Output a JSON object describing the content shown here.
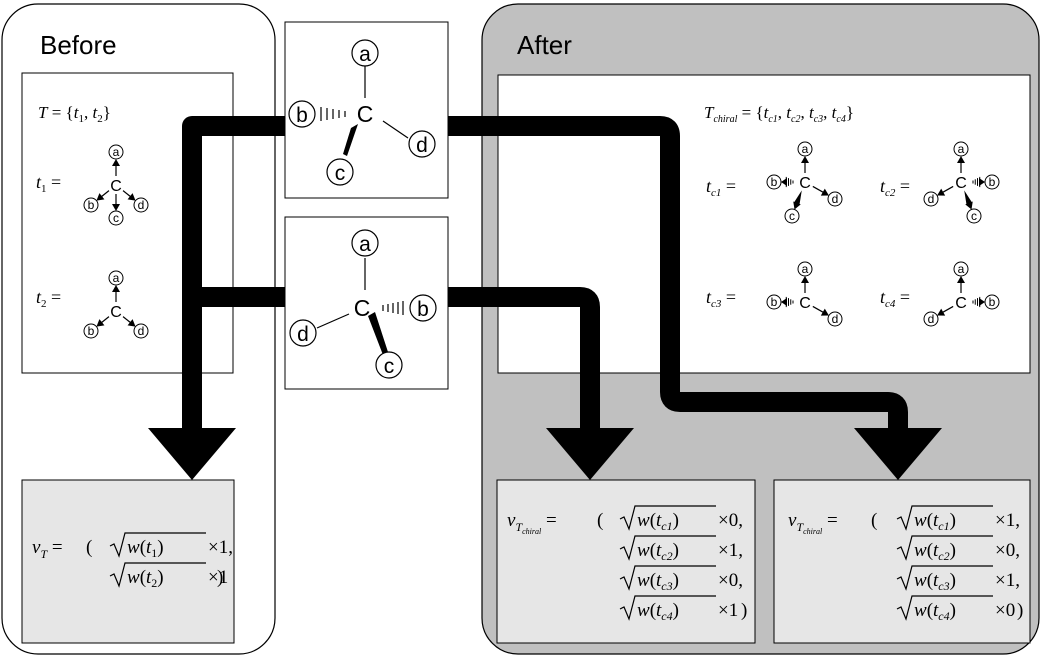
{
  "panels": {
    "before_title": "Before",
    "after_title": "After"
  },
  "atoms": {
    "a": "a",
    "b": "b",
    "c": "c",
    "d": "d",
    "C": "C"
  },
  "before_set": {
    "T": "T",
    "t1": "t",
    "t1_sub": "1",
    "t2": "t",
    "t2_sub": "2"
  },
  "after_set": {
    "T": "T",
    "T_sub": "chiral",
    "items": [
      "c1",
      "c2",
      "c3",
      "c4"
    ]
  },
  "vector_before": {
    "v": "v",
    "v_sub": "T",
    "w": "w",
    "rows": [
      {
        "t_sub": "1",
        "coef": "1",
        "sep": ","
      },
      {
        "t_sub": "2",
        "coef": "1",
        "sep": ""
      }
    ]
  },
  "vector_after_1": {
    "v": "v",
    "v_sub1": "T",
    "v_sub2": "chiral",
    "w": "w",
    "rows": [
      {
        "t_sub": "c1",
        "coef": "0",
        "sep": ","
      },
      {
        "t_sub": "c2",
        "coef": "1",
        "sep": ","
      },
      {
        "t_sub": "c3",
        "coef": "0",
        "sep": ","
      },
      {
        "t_sub": "c4",
        "coef": "1",
        "sep": ""
      }
    ]
  },
  "vector_after_2": {
    "v": "v",
    "v_sub1": "T",
    "v_sub2": "chiral",
    "w": "w",
    "rows": [
      {
        "t_sub": "c1",
        "coef": "1",
        "sep": ","
      },
      {
        "t_sub": "c2",
        "coef": "0",
        "sep": ","
      },
      {
        "t_sub": "c3",
        "coef": "1",
        "sep": ","
      },
      {
        "t_sub": "c4",
        "coef": "0",
        "sep": ""
      }
    ]
  },
  "colors": {
    "after_panel": "#c0c0c0",
    "vector_box": "#e6e6e6",
    "arrow": "#000000"
  }
}
